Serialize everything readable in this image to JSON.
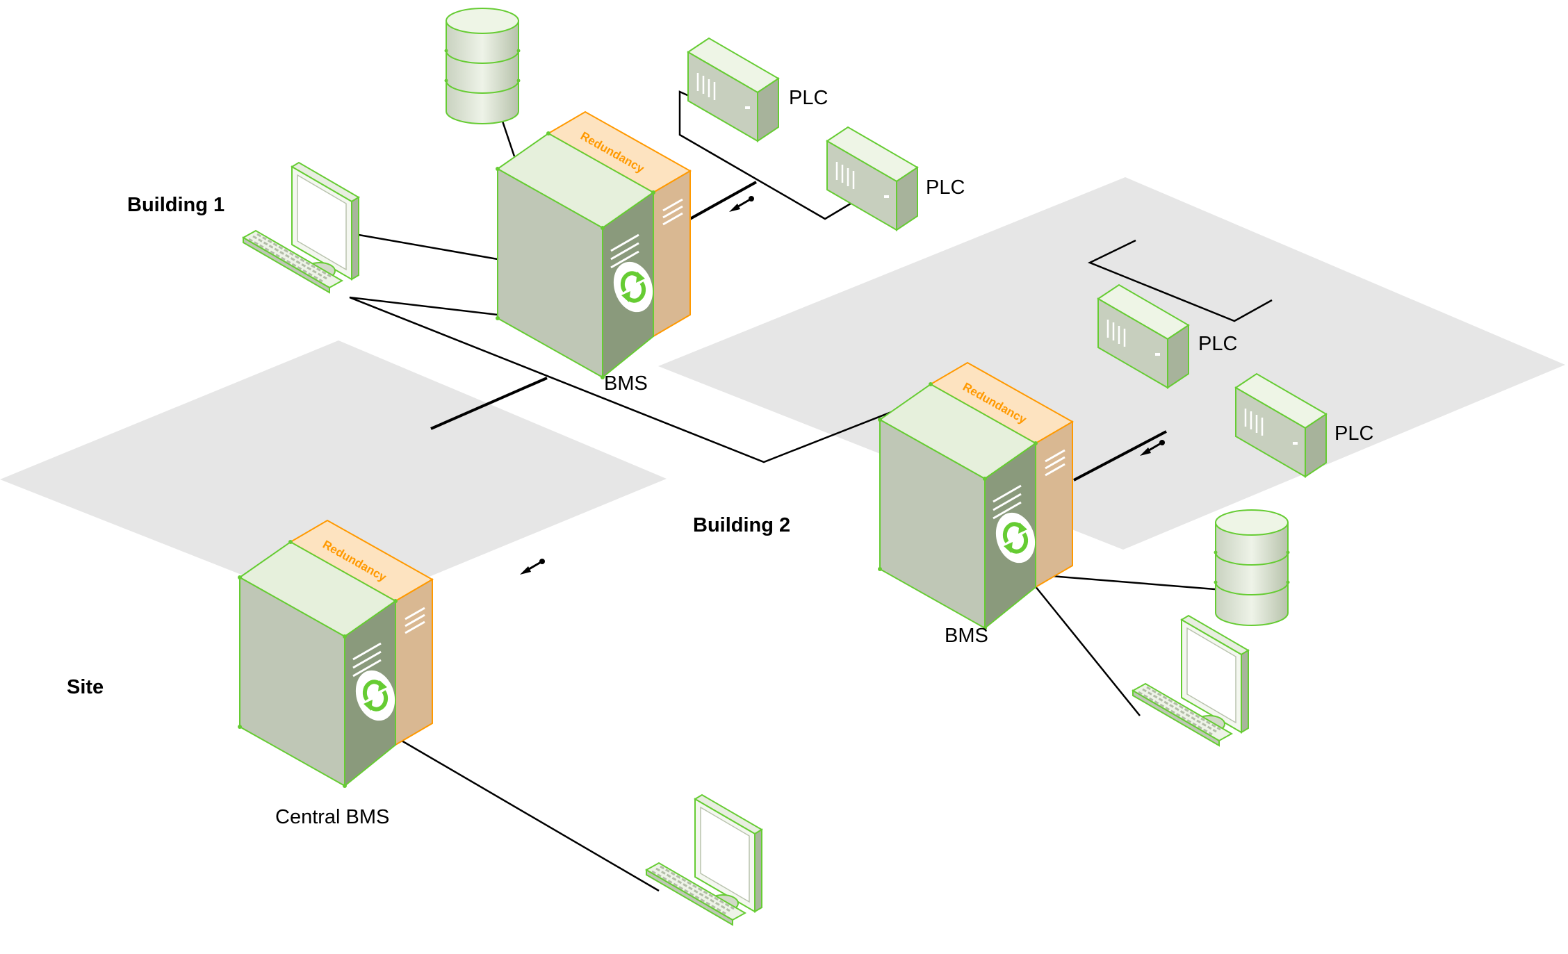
{
  "zones": {
    "site": "Site",
    "building1": "Building 1",
    "building2": "Building 2"
  },
  "servers": {
    "central": "Central BMS",
    "bms1": "BMS",
    "bms2": "BMS",
    "redundancy_label": "Redundancy"
  },
  "plcs": {
    "b1_top": "PLC",
    "b1_bottom": "PLC",
    "b2_top": "PLC",
    "b2_bottom": "PLC"
  },
  "colors": {
    "zone_fill": "#e6e6e6",
    "server_front": "#bfc7b6",
    "server_side": "#8a9a7c",
    "server_top": "#e6f0dc",
    "server_edge": "#66cc33",
    "redundancy_fill": "#d9b892",
    "redundancy_top": "#fde3c0",
    "redundancy_edge": "#ff9900",
    "line": "#000000"
  },
  "icons": [
    "database-icon",
    "plc-icon",
    "workstation-icon",
    "server-icon",
    "sync-icon",
    "arrow-icon"
  ]
}
